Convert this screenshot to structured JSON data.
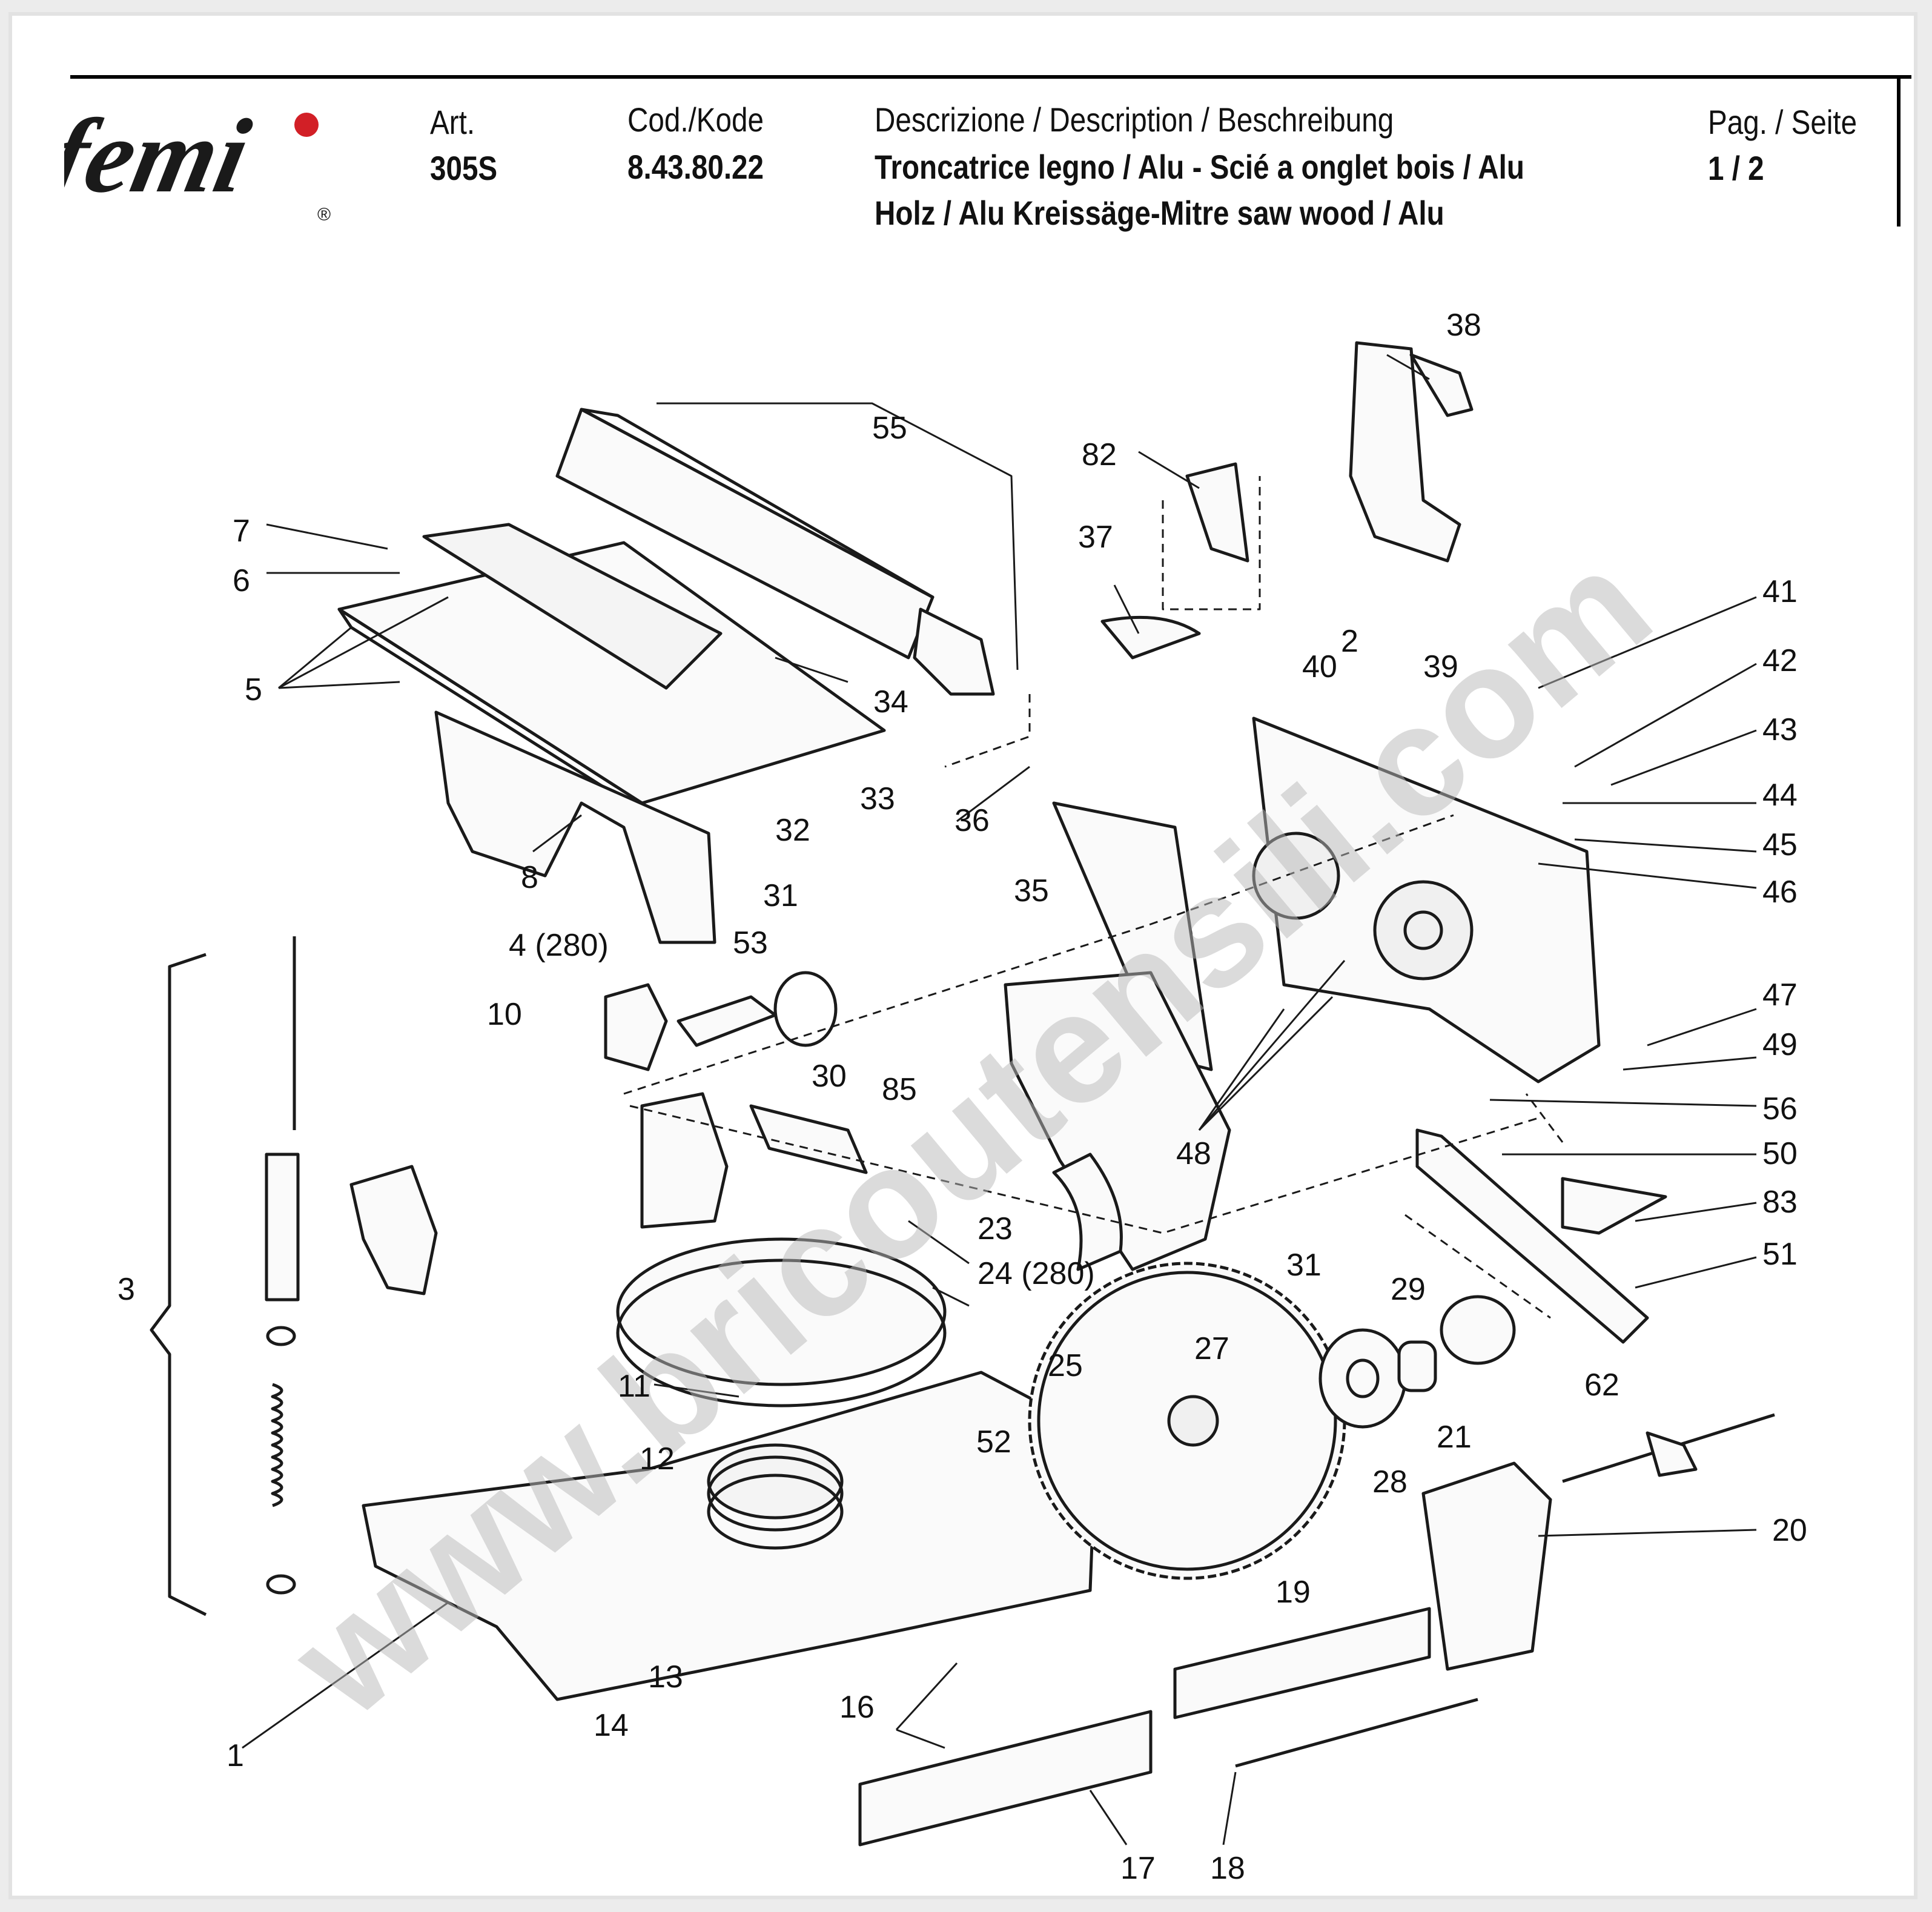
{
  "brand": {
    "logo_text": "femi",
    "registered_mark": "®"
  },
  "watermark": "www.bricoutensili.com",
  "header": {
    "art_label": "Art.",
    "art_value": "305S",
    "code_label": "Cod./Kode",
    "code_value": "8.43.80.22",
    "desc_label": "Descrizione / Description / Beschreibung",
    "desc_line1": "Troncatrice legno / Alu - Scié a onglet bois / Alu",
    "desc_line2": "Holz / Alu Kreissäge-Mitre saw wood / Alu",
    "page_label": "Pag. / Seite",
    "page_value": "1 / 2"
  },
  "callouts": [
    "1",
    "2",
    "3",
    "4 (280)",
    "5",
    "6",
    "7",
    "8",
    "10",
    "11",
    "12",
    "13",
    "14",
    "16",
    "17",
    "18",
    "19",
    "20",
    "21",
    "23",
    "24 (280)",
    "25",
    "27",
    "28",
    "29",
    "30",
    "31",
    "31",
    "32",
    "33",
    "34",
    "35",
    "36",
    "37",
    "38",
    "39",
    "40",
    "41",
    "42",
    "43",
    "44",
    "45",
    "46",
    "47",
    "48",
    "49",
    "50",
    "51",
    "52",
    "53",
    "55",
    "56",
    "62",
    "82",
    "83",
    "85"
  ]
}
